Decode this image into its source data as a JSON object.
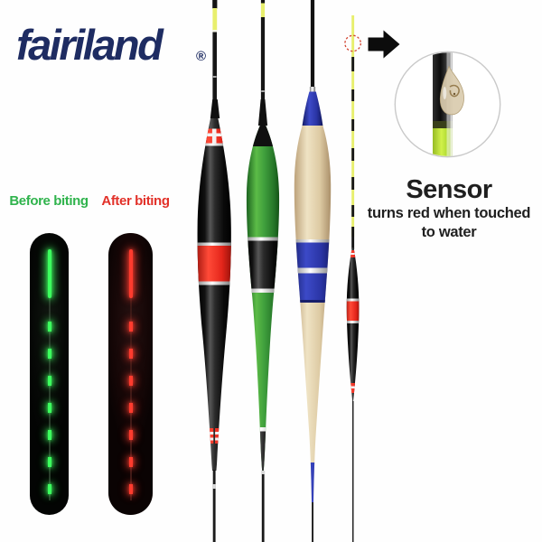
{
  "brand": {
    "logo_text": "fairiland",
    "registered_mark": "®"
  },
  "comparison": {
    "before_label": "Before biting",
    "after_label": "After biting"
  },
  "sensor_callout": {
    "title": "Sensor",
    "line1": "turns red when touched",
    "line2": "to water"
  },
  "icons": {
    "arrow": "right-arrow",
    "sensor_marker": "dashed-circle"
  },
  "colors": {
    "brand_navy": "#1e2c62",
    "label_green": "#2fb34c",
    "label_red": "#e23129",
    "glow_green": "#3cff5e",
    "glow_red": "#ff3b2e",
    "float_black": "#171717",
    "float_green": "#3f9f3c",
    "float_wood": "#e6d6b2",
    "float_blue": "#2a34a4",
    "band_red": "#e5261b",
    "antenna_yellow": "#e8ef6d",
    "sensor_glow": "#c3e83b",
    "silver": "#d9d9d9",
    "text_dark": "#1f1f1f"
  }
}
